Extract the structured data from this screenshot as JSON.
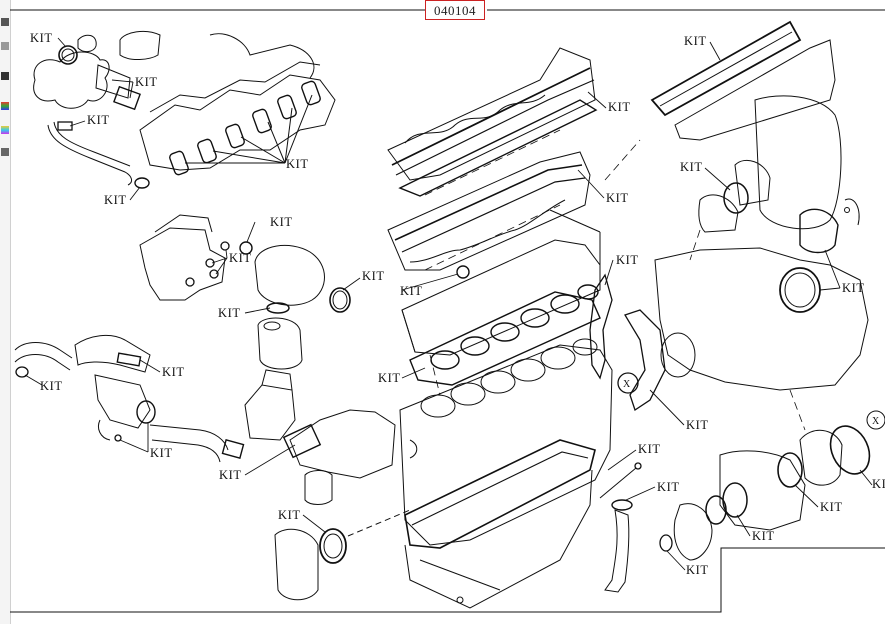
{
  "diagram": {
    "frame_label": "040104",
    "callout_text": "KIT",
    "reference_marker": "X",
    "callouts": [
      {
        "id": "k1",
        "text": "KIT"
      },
      {
        "id": "k2",
        "text": "KIT"
      },
      {
        "id": "k3",
        "text": "KIT"
      },
      {
        "id": "k4",
        "text": "KIT"
      },
      {
        "id": "k5",
        "text": "KIT"
      },
      {
        "id": "k6",
        "text": "KIT"
      },
      {
        "id": "k7",
        "text": "KIT"
      },
      {
        "id": "k8",
        "text": "KIT"
      },
      {
        "id": "k9",
        "text": "KIT"
      },
      {
        "id": "k10",
        "text": "KIT"
      },
      {
        "id": "k11",
        "text": "KIT"
      },
      {
        "id": "k12",
        "text": "KIT"
      },
      {
        "id": "k13",
        "text": "KIT"
      },
      {
        "id": "k14",
        "text": "KIT"
      },
      {
        "id": "k15",
        "text": "KIT"
      },
      {
        "id": "k16",
        "text": "KIT"
      },
      {
        "id": "k17",
        "text": "KIT"
      },
      {
        "id": "k18",
        "text": "KIT"
      },
      {
        "id": "k19",
        "text": "KIT"
      },
      {
        "id": "k20",
        "text": "KIT"
      },
      {
        "id": "k21",
        "text": "KIT"
      },
      {
        "id": "k22",
        "text": "KIT"
      },
      {
        "id": "k23",
        "text": "KIT"
      },
      {
        "id": "k24",
        "text": "KIT"
      },
      {
        "id": "k25",
        "text": "KIT"
      },
      {
        "id": "k26",
        "text": "KIT"
      },
      {
        "id": "k27",
        "text": "KIT"
      },
      {
        "id": "k28",
        "text": "KIT"
      },
      {
        "id": "k29",
        "text": "KIT"
      }
    ],
    "markers": [
      {
        "id": "x1",
        "text": "X"
      },
      {
        "id": "x2",
        "text": "X"
      }
    ]
  },
  "colors": {
    "line": "#111111",
    "frame": "#cc2222",
    "background": "#ffffff"
  }
}
